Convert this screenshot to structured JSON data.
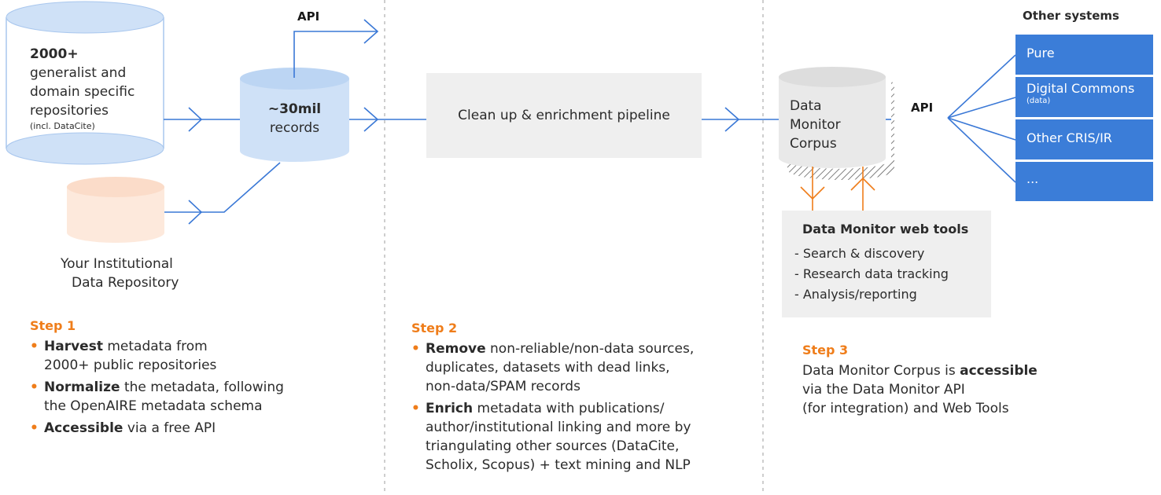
{
  "api_label": "API",
  "repositories": {
    "count": "2000+",
    "line1": "generalist and",
    "line2": "domain specific",
    "line3": "repositories",
    "note": "(incl. DataCite)"
  },
  "records": {
    "count": "~30mil",
    "label": "records"
  },
  "institutional_repo": {
    "line1": "Your Institutional",
    "line2": "Data Repository"
  },
  "pipeline_label": "Clean up & enrichment pipeline",
  "corpus": {
    "line1": "Data",
    "line2": "Monitor",
    "line3": "Corpus"
  },
  "other_systems": {
    "title": "Other systems",
    "items": [
      "Pure",
      "Digital Commons",
      "Other CRIS/IR",
      "..."
    ],
    "digital_commons_note": "(data)"
  },
  "web_tools": {
    "title": "Data Monitor web tools",
    "items": [
      "- Search & discovery",
      "- Research data tracking",
      "- Analysis/reporting"
    ]
  },
  "step1": {
    "title": "Step 1",
    "bullets": [
      {
        "bold": "Harvest",
        "line1": " metadata from",
        "line2": "2000+ public repositories"
      },
      {
        "bold": "Normalize",
        "line1": " the metadata, following",
        "line2": "the OpenAIRE metadata schema"
      },
      {
        "bold": "Accessible",
        "line1": " via a free API"
      }
    ]
  },
  "step2": {
    "title": "Step 2",
    "bullets": [
      {
        "bold": "Remove",
        "line1": " non-reliable/non-data sources,",
        "line2": "duplicates, datasets with dead links,",
        "line3": "non-data/SPAM records"
      },
      {
        "bold": "Enrich",
        "line1": " metadata with publications/",
        "line2": "author/institutional linking and more by",
        "line3": "triangulating other sources (DataCite,",
        "line4": "Scholix, Scopus) + text mining and NLP"
      }
    ]
  },
  "step3": {
    "title": "Step 3",
    "line1_pre": "Data Monitor Corpus is ",
    "line1_bold": "accessible",
    "line2": "via the Data Monitor API",
    "line3": "(for integration) and Web Tools"
  },
  "colors": {
    "blue_line": "#3a78d6",
    "cylinder_fill": "#cfe1f7",
    "orange": "#ef7d1a",
    "system_box": "#3b7dd8"
  }
}
